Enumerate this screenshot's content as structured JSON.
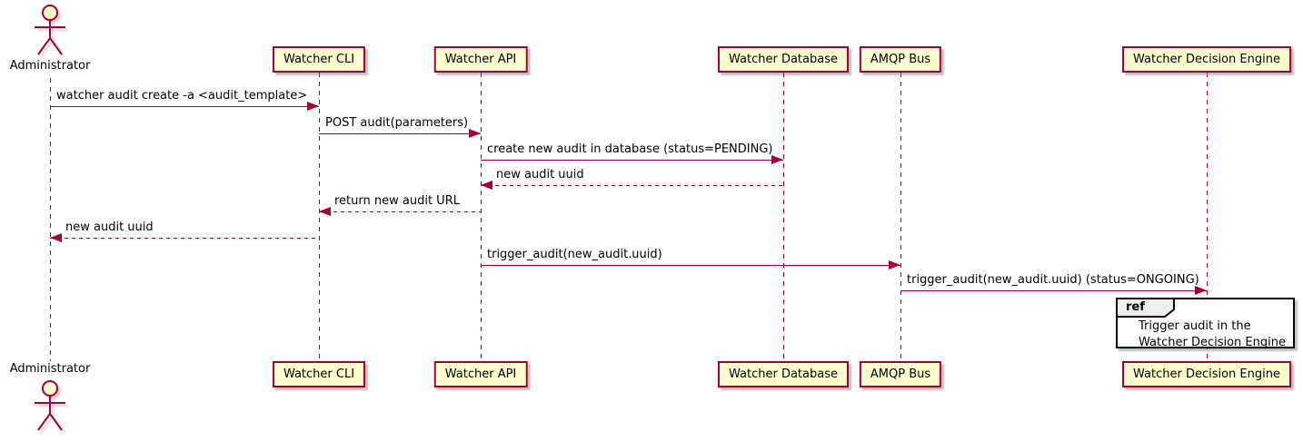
{
  "diagram_type": "sequence",
  "actors": [
    {
      "name": "Administrator"
    }
  ],
  "participants": [
    {
      "label": "Watcher CLI"
    },
    {
      "label": "Watcher API"
    },
    {
      "label": "Watcher Database"
    },
    {
      "label": "AMQP Bus"
    },
    {
      "label": "Watcher Decision Engine"
    }
  ],
  "messages": [
    {
      "from": "Administrator",
      "to": "Watcher CLI",
      "text": "watcher audit create -a <audit_template>",
      "line": "solid",
      "direction": "right"
    },
    {
      "from": "Watcher CLI",
      "to": "Watcher API",
      "text": "POST audit(parameters)",
      "line": "solid",
      "direction": "right"
    },
    {
      "from": "Watcher API",
      "to": "Watcher Database",
      "text": "create new audit in database (status=PENDING)",
      "line": "solid",
      "direction": "right"
    },
    {
      "from": "Watcher Database",
      "to": "Watcher API",
      "text": "new audit uuid",
      "line": "dashed",
      "direction": "left"
    },
    {
      "from": "Watcher API",
      "to": "Watcher CLI",
      "text": "return new audit URL",
      "line": "dashed",
      "direction": "left"
    },
    {
      "from": "Watcher CLI",
      "to": "Administrator",
      "text": "new audit uuid",
      "line": "dashed",
      "direction": "left"
    },
    {
      "from": "Watcher API",
      "to": "AMQP Bus",
      "text": "trigger_audit(new_audit.uuid)",
      "line": "solid",
      "direction": "right"
    },
    {
      "from": "AMQP Bus",
      "to": "Watcher Decision Engine",
      "text": "trigger_audit(new_audit.uuid) (status=ONGOING)",
      "line": "solid",
      "direction": "right"
    }
  ],
  "ref": {
    "keyword": "ref",
    "line1": "Trigger audit in the",
    "line2": "Watcher Decision Engine"
  },
  "colors": {
    "participant_fill": "#FEFECE",
    "stroke": "#A80036",
    "text": "#000000",
    "ref_border": "#000000",
    "ref_tab_fill": "#EEEEEE",
    "background": "#FFFFFF"
  }
}
